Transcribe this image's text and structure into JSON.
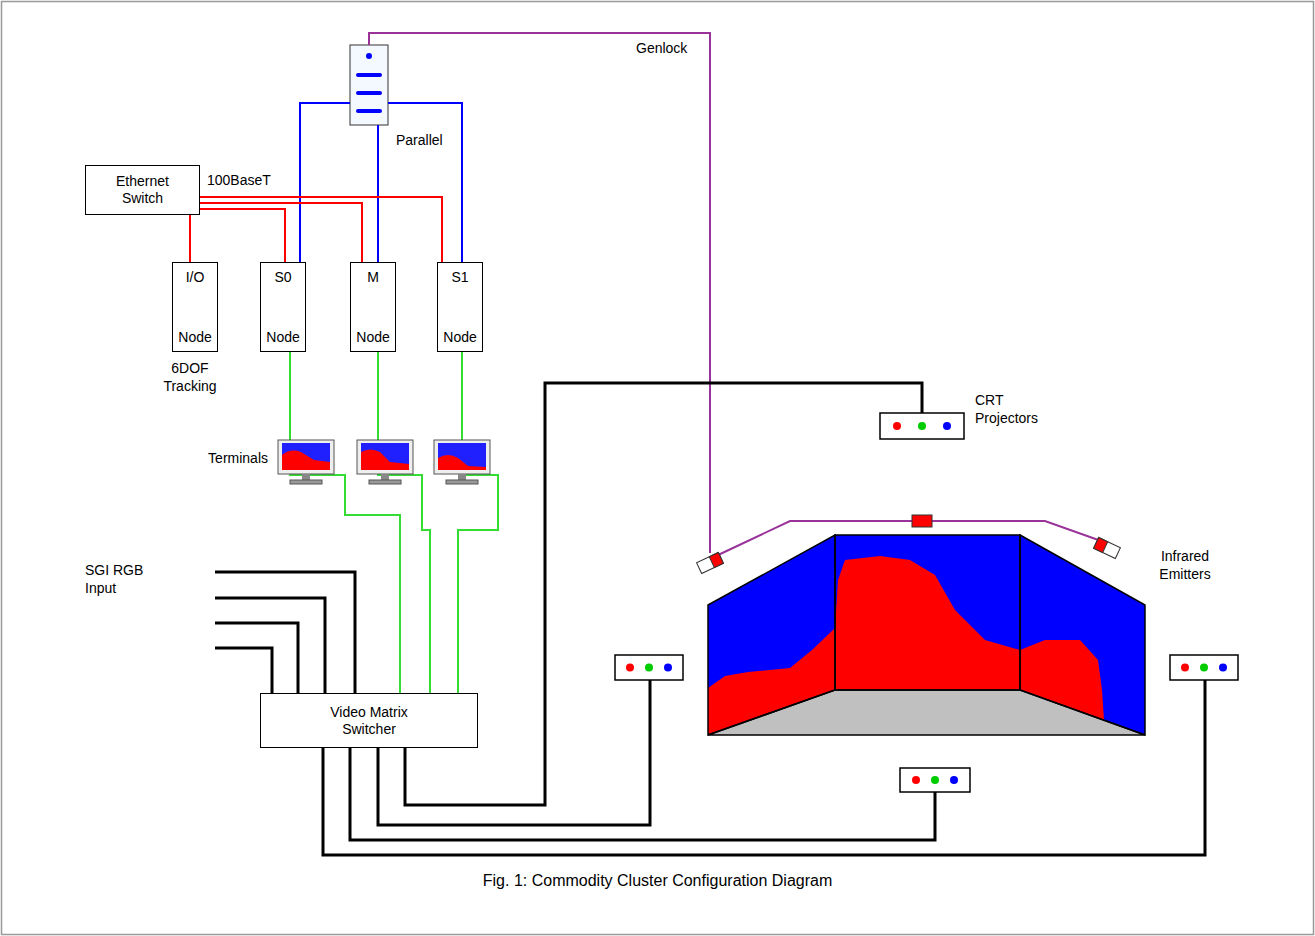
{
  "diagram": {
    "caption": "Fig. 1: Commodity Cluster Configuration Diagram",
    "nodes": [
      {
        "text": [
          "Ethernet Switch"
        ]
      },
      {
        "text": [
          "I/O",
          "Node"
        ]
      },
      {
        "text": [
          "S0",
          "Node"
        ]
      },
      {
        "text": [
          "M",
          "Node"
        ]
      },
      {
        "text": [
          "S1",
          "Node"
        ]
      },
      {
        "text": [
          "Video Matrix Switcher"
        ]
      }
    ],
    "edges": [
      {
        "from": 0,
        "to": 1,
        "arrow": "none"
      },
      {
        "from": 0,
        "to": 2,
        "arrow": "none"
      },
      {
        "from": 0,
        "to": 3,
        "arrow": "none"
      },
      {
        "from": 0,
        "to": 4,
        "arrow": "none"
      },
      {
        "from": 2,
        "to": 5,
        "arrow": "none"
      },
      {
        "from": 3,
        "to": 5,
        "arrow": "none"
      },
      {
        "from": 4,
        "to": 5,
        "arrow": "none"
      }
    ],
    "labels": [
      "100BaseT",
      "Parallel",
      "Genlock",
      "6DOF Tracking",
      "Terminals",
      "SGI RGB Input",
      "CRT Projectors",
      "Infrared Emitters"
    ]
  }
}
